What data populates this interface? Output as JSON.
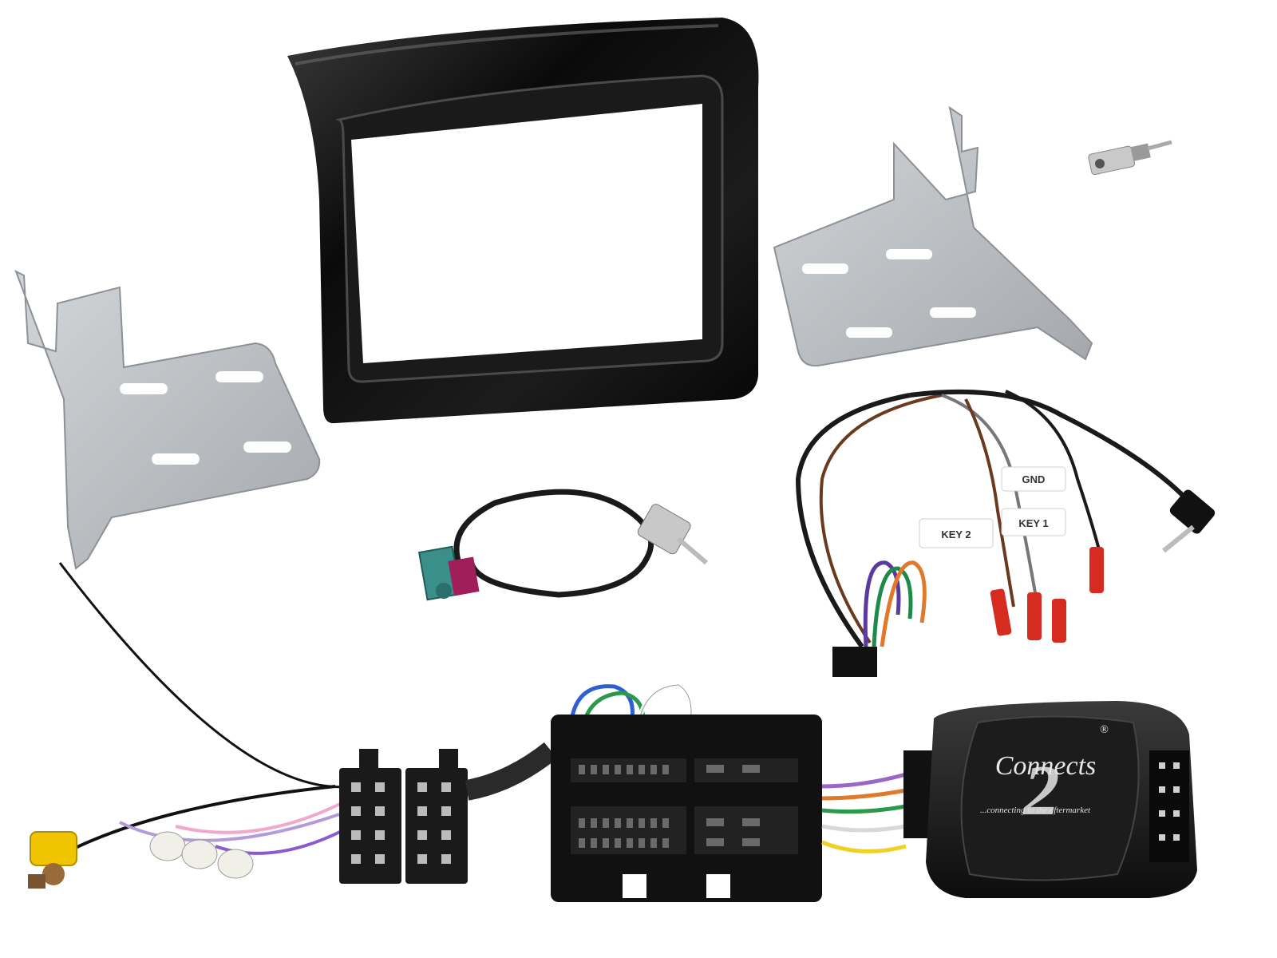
{
  "product": {
    "labels": {
      "gnd": "GND",
      "key1": "KEY 1",
      "key2": "KEY 2"
    },
    "module": {
      "brand_text": "Connects",
      "brand_number": "2",
      "registered_mark": "®",
      "tagline": "...connecting to the aftermarket"
    }
  },
  "colors": {
    "background": "#ffffff",
    "fascia": "#0d0d0d",
    "bracket": "#bcbfc2",
    "fakra": "#3a8f8a",
    "rca": "#f0c400",
    "connector_red": "#d62b1f"
  }
}
